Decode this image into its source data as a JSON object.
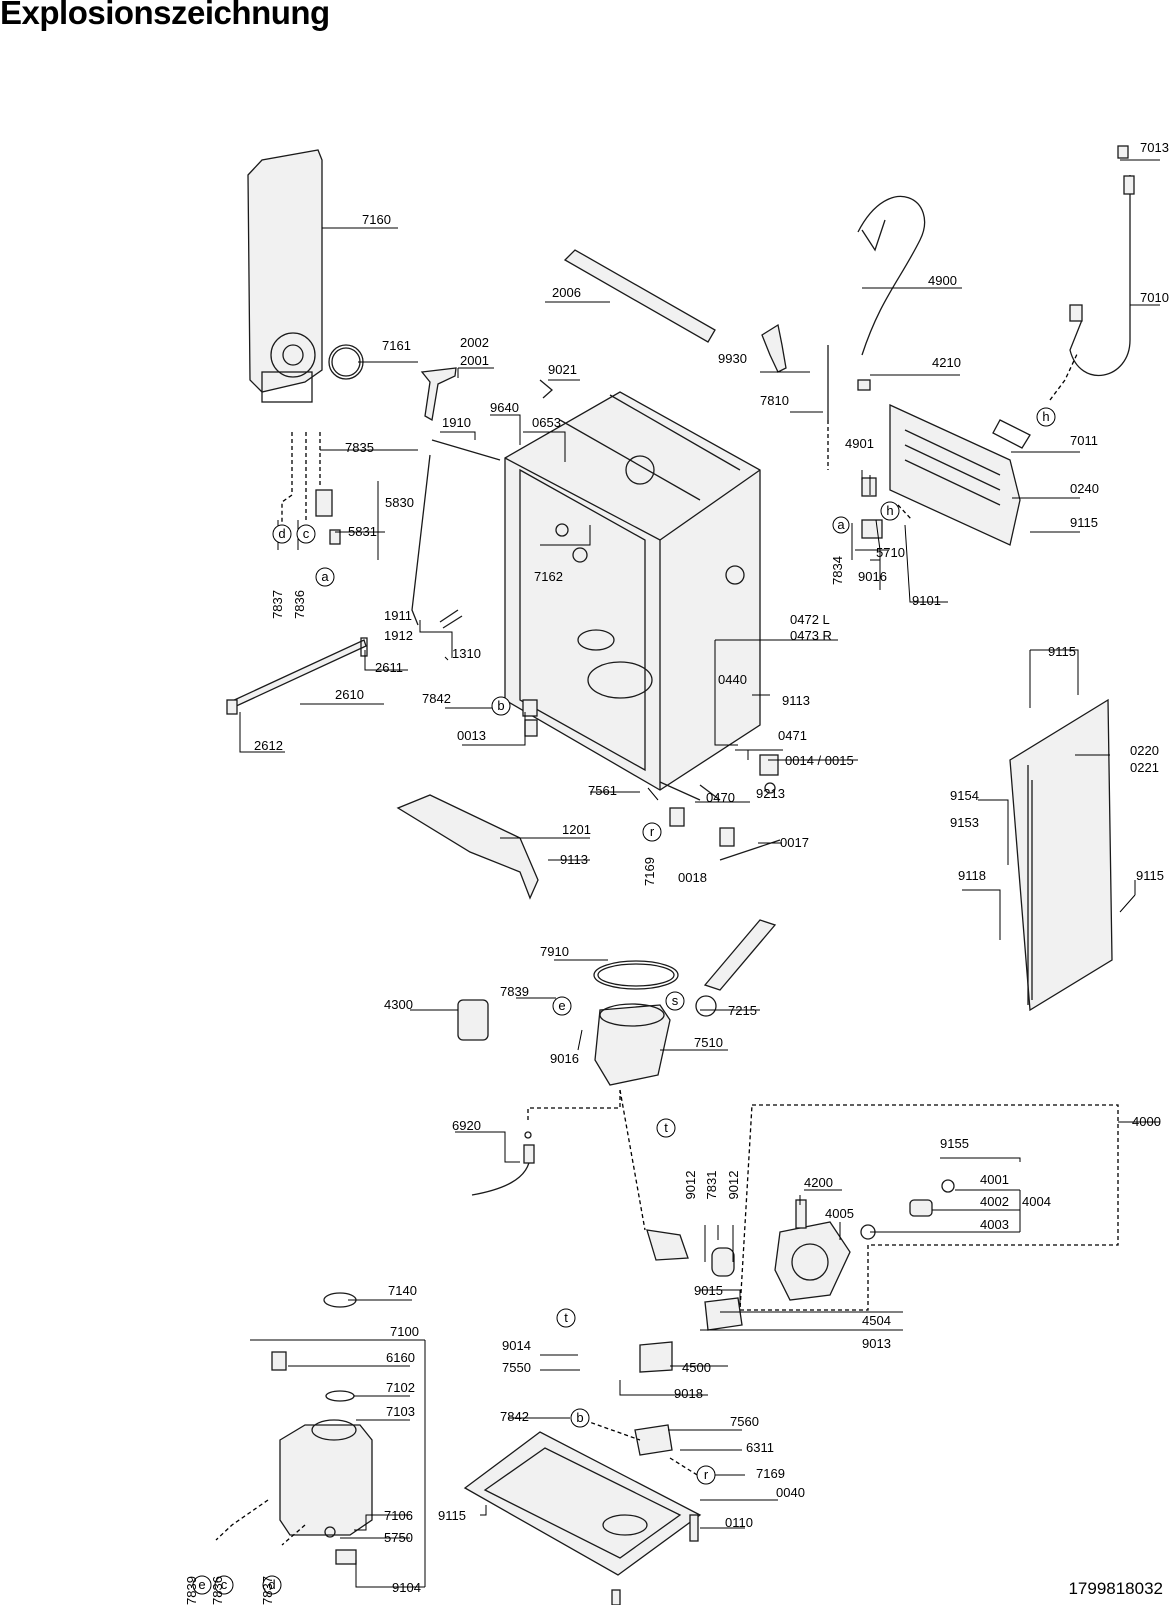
{
  "title": "Explosionszeichnung",
  "drawing_number": "1799818032",
  "part_labels": {
    "p7160": "7160",
    "p7161": "7161",
    "p7835": "7835",
    "p5830": "5830",
    "p5831": "5831",
    "p7837a": "7837",
    "p7836a": "7836",
    "p2002": "2002",
    "p2001": "2001",
    "p2006": "2006",
    "p9021": "9021",
    "p1910": "1910",
    "p9640": "9640",
    "p0653": "0653",
    "p9930": "9930",
    "p4900": "4900",
    "p7013": "7013",
    "p7010": "7010",
    "p4210": "4210",
    "p7810": "7810",
    "p4901": "4901",
    "p7011": "7011",
    "p0240": "0240",
    "p9115a": "9115",
    "p7834": "7834",
    "p5710": "5710",
    "p9016a": "9016",
    "p9101": "9101",
    "p7162": "7162",
    "p1911": "1911",
    "p1912": "1912",
    "p1310": "1310",
    "p2611": "2611",
    "p2610": "2610",
    "p2612": "2612",
    "p0472": "0472 L",
    "p0473": "0473 R",
    "p0440": "0440",
    "p7842a": "7842",
    "p9113a": "9113",
    "p0013": "0013",
    "p0471": "0471",
    "p0014": "0014 / 0015",
    "p7561": "7561",
    "p0470": "0470",
    "p9213": "9213",
    "p1201": "1201",
    "p9113b": "9113",
    "p7169a": "7169",
    "p0017": "0017",
    "p0018": "0018",
    "p9115b": "9115",
    "p0220": "0220",
    "p0221": "0221",
    "p9154": "9154",
    "p9153": "9153",
    "p9118": "9118",
    "p9115c": "9115",
    "p7910": "7910",
    "p4300": "4300",
    "p7839a": "7839",
    "p9016b": "9016",
    "p7215": "7215",
    "p7510": "7510",
    "p6920": "6920",
    "p4000": "4000",
    "p9155": "9155",
    "p4001": "4001",
    "p4002": "4002",
    "p4004": "4004",
    "p4003": "4003",
    "p4200": "4200",
    "p4005": "4005",
    "p9012a": "9012",
    "p7831": "7831",
    "p9012b": "9012",
    "p9015": "9015",
    "p4504": "4504",
    "p9013": "9013",
    "p9014": "9014",
    "p7550": "7550",
    "p4500": "4500",
    "p9018": "9018",
    "p7140": "7140",
    "p7100": "7100",
    "p6160": "6160",
    "p7102": "7102",
    "p7103": "7103",
    "p7842b": "7842",
    "p7560": "7560",
    "p6311": "6311",
    "p7169b": "7169",
    "p0040": "0040",
    "p9115d": "9115",
    "p7106": "7106",
    "p5750": "5750",
    "p0110": "0110",
    "p9104": "9104",
    "p7839b": "7839",
    "p7836b": "7836",
    "p7837b": "7837"
  },
  "reference_markers": {
    "a": "a",
    "b": "b",
    "c": "c",
    "d": "d",
    "e": "e",
    "h": "h",
    "r": "r",
    "s": "s",
    "t": "t"
  }
}
